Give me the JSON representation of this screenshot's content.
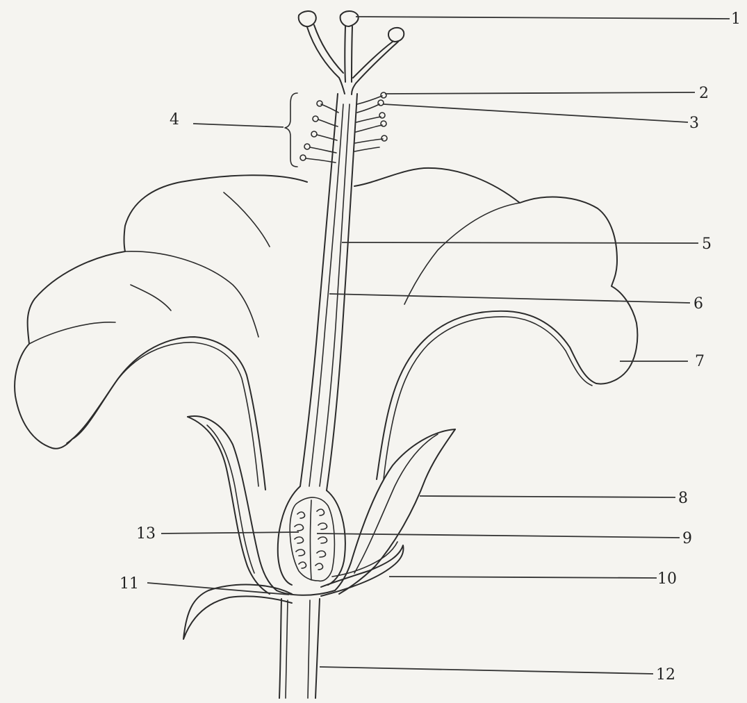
{
  "labels": {
    "l1": "1",
    "l2": "2",
    "l3": "3",
    "l4": "4",
    "l5": "5",
    "l6": "6",
    "l7": "7",
    "l8": "8",
    "l9": "9",
    "l10": "10",
    "l11": "11",
    "l12": "12",
    "l13": "13"
  },
  "colors": {
    "ink": "#2b2b2b",
    "paper": "#f5f4f0"
  }
}
